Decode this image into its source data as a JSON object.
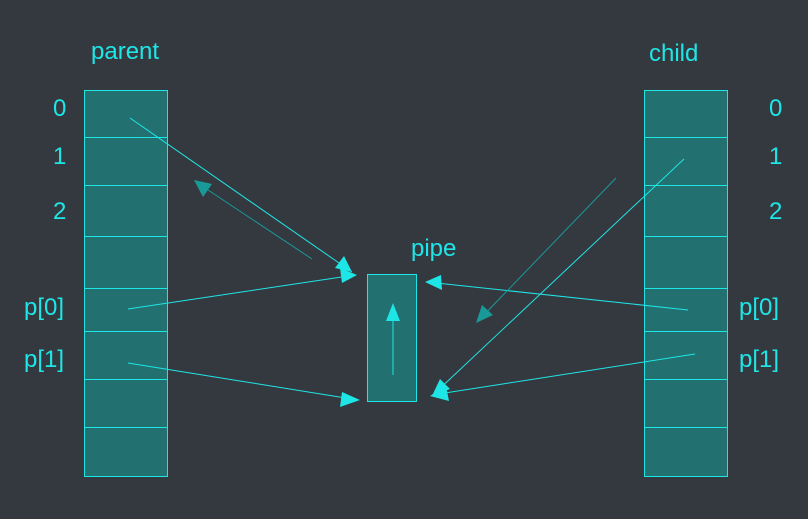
{
  "parent": {
    "title": "parent",
    "labels": [
      "0",
      "1",
      "2",
      "p[0]",
      "p[1]"
    ]
  },
  "child": {
    "title": "child",
    "labels": [
      "0",
      "1",
      "2",
      "p[0]",
      "p[1]"
    ]
  },
  "pipe": {
    "title": "pipe"
  },
  "colors": {
    "background": "#343940",
    "accent": "#1fe6e6",
    "table_fill": "#227070",
    "return_arrow": "#1a9999"
  }
}
